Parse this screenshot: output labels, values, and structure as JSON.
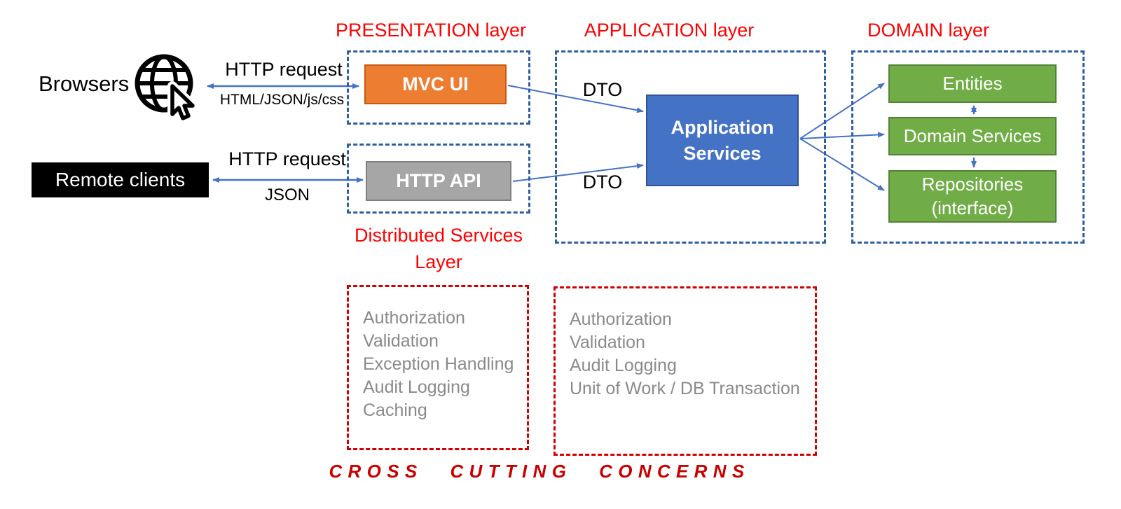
{
  "layers": {
    "presentation": {
      "title": "PRESENTATION layer"
    },
    "application": {
      "title": "APPLICATION layer"
    },
    "domain": {
      "title": "DOMAIN layer"
    },
    "distributed": {
      "title": "Distributed Services Layer"
    }
  },
  "clients": {
    "browsers": "Browsers",
    "remote_clients": "Remote clients"
  },
  "icons": {
    "browsers": "globe-cursor-icon"
  },
  "nodes": {
    "mvc_ui": "MVC UI",
    "http_api": "HTTP API",
    "application_services": "Application Services",
    "entities": "Entities",
    "domain_services": "Domain Services",
    "repositories": "Repositories",
    "repositories_sub": "(interface)"
  },
  "connections": {
    "browsers_request": "HTTP request",
    "browsers_payload": "HTML/JSON/js/css",
    "remote_request": "HTTP request",
    "remote_payload": "JSON",
    "dto_top": "DTO",
    "dto_bottom": "DTO"
  },
  "cross_cutting": {
    "footer": "CROSS CUTTING CONCERNS",
    "left": {
      "items": [
        "Authorization",
        "Validation",
        "Exception Handling",
        "Audit Logging",
        "Caching"
      ]
    },
    "right": {
      "items": [
        "Authorization",
        "Validation",
        "Audit Logging",
        "Unit of Work / DB Transaction"
      ]
    }
  },
  "colors": {
    "arrow_blue": "#4472c4",
    "dashed_blue": "#2e5fa3",
    "accent_orange": "#ed7d31",
    "accent_blue": "#4472c4",
    "accent_green": "#70ad47",
    "accent_gray": "#a6a6a6",
    "label_red": "#fe0000",
    "dashed_red": "#d20000",
    "text_gray": "#8a8a8a"
  }
}
